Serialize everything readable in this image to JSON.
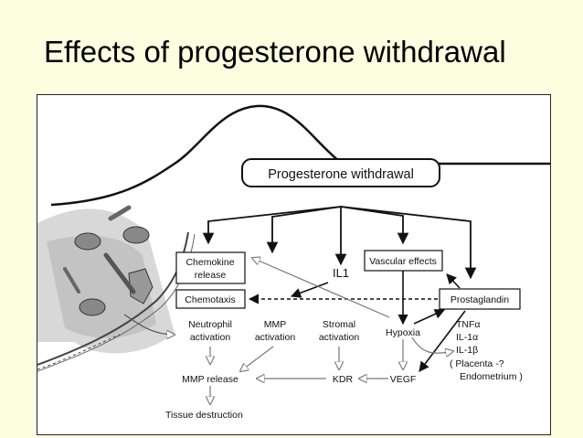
{
  "title": "Effects of progesterone withdrawal",
  "diagram": {
    "nodes": {
      "progesterone_withdrawal": "Progesterone withdrawal",
      "chemokine_release_1": "Chemokine",
      "chemokine_release_2": "release",
      "chemotaxis": "Chemotaxis",
      "il1": "IL1",
      "vascular_effects": "Vascular effects",
      "prostaglandin": "Prostaglandin",
      "neutrophil_1": "Neutrophil",
      "neutrophil_2": "activation",
      "mmp_1": "MMP",
      "mmp_2": "activation",
      "stromal_1": "Stromal",
      "stromal_2": "activation",
      "hypoxia": "Hypoxia",
      "tnf": "TNFα",
      "il1a": "IL-1α",
      "il1b": "IL-1β",
      "placenta": "( Placenta -?",
      "endometrium": "Endometrium )",
      "mmp_release": "MMP release",
      "kdr": "KDR",
      "vegf": "VEGF",
      "tissue_destruction": "Tissue destruction"
    }
  }
}
